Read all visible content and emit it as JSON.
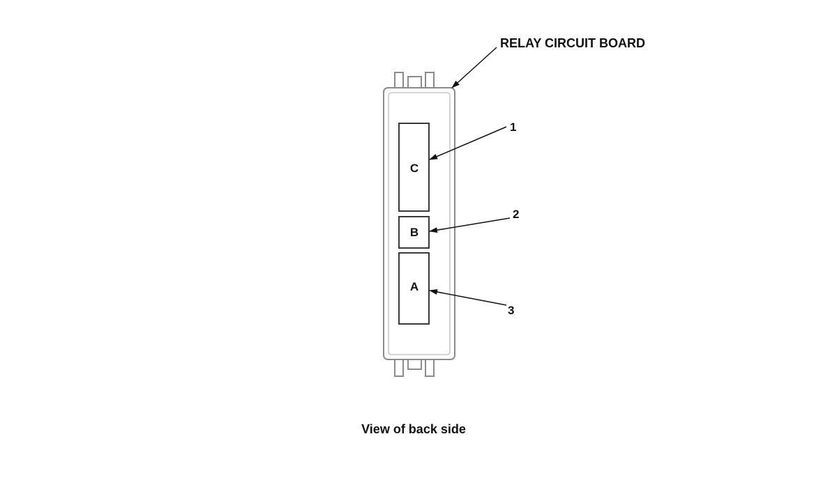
{
  "board_label": "RELAY CIRCUIT BOARD",
  "caption": "View of back side",
  "connectors": [
    {
      "callout": "1",
      "letter": "C"
    },
    {
      "callout": "2",
      "letter": "B"
    },
    {
      "callout": "3",
      "letter": "A"
    }
  ],
  "colors": {
    "board_outline": "#8c8c8c",
    "connector_outline": "#3a3a3a",
    "ink": "#111111"
  }
}
